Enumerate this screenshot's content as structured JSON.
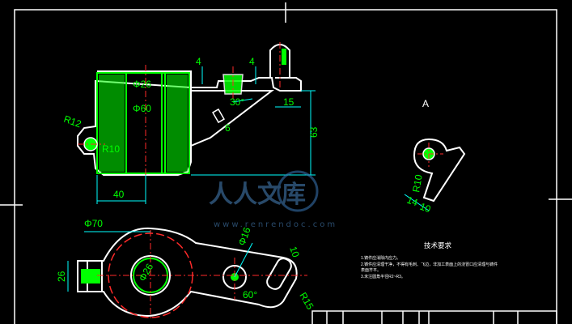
{
  "drawing": {
    "view_label": "A",
    "watermark": {
      "text": "人人文库",
      "url": "www.renrendoc.com"
    },
    "dims": {
      "d_26_top": "Φ26",
      "d_60": "Φ60",
      "four_left": "4",
      "four_right": "4",
      "ang_30": "30°",
      "fifteen": "15",
      "r12": "R12",
      "r10_left": "R10",
      "six": "6",
      "sixty_three": "63",
      "forty": "40",
      "phi_70": "Φ70",
      "phi_16": "Φ16",
      "ten_right": "10",
      "d26_circle": "Φ26",
      "twenty_six_left": "26",
      "ang_60": "60°",
      "r15": "R15",
      "r10_detail": "R10",
      "fourteen": "14",
      "ten_detail": "10"
    },
    "tech": {
      "title": "技术要求",
      "lines": [
        "1.铸件应消除内应力。",
        "2.铸件应清理干净，不得有毛刺、飞边，非加工表面上的浇冒口应清理与铸件",
        "  表面齐平。",
        "3.未注圆角半径R2~R3。"
      ]
    }
  }
}
